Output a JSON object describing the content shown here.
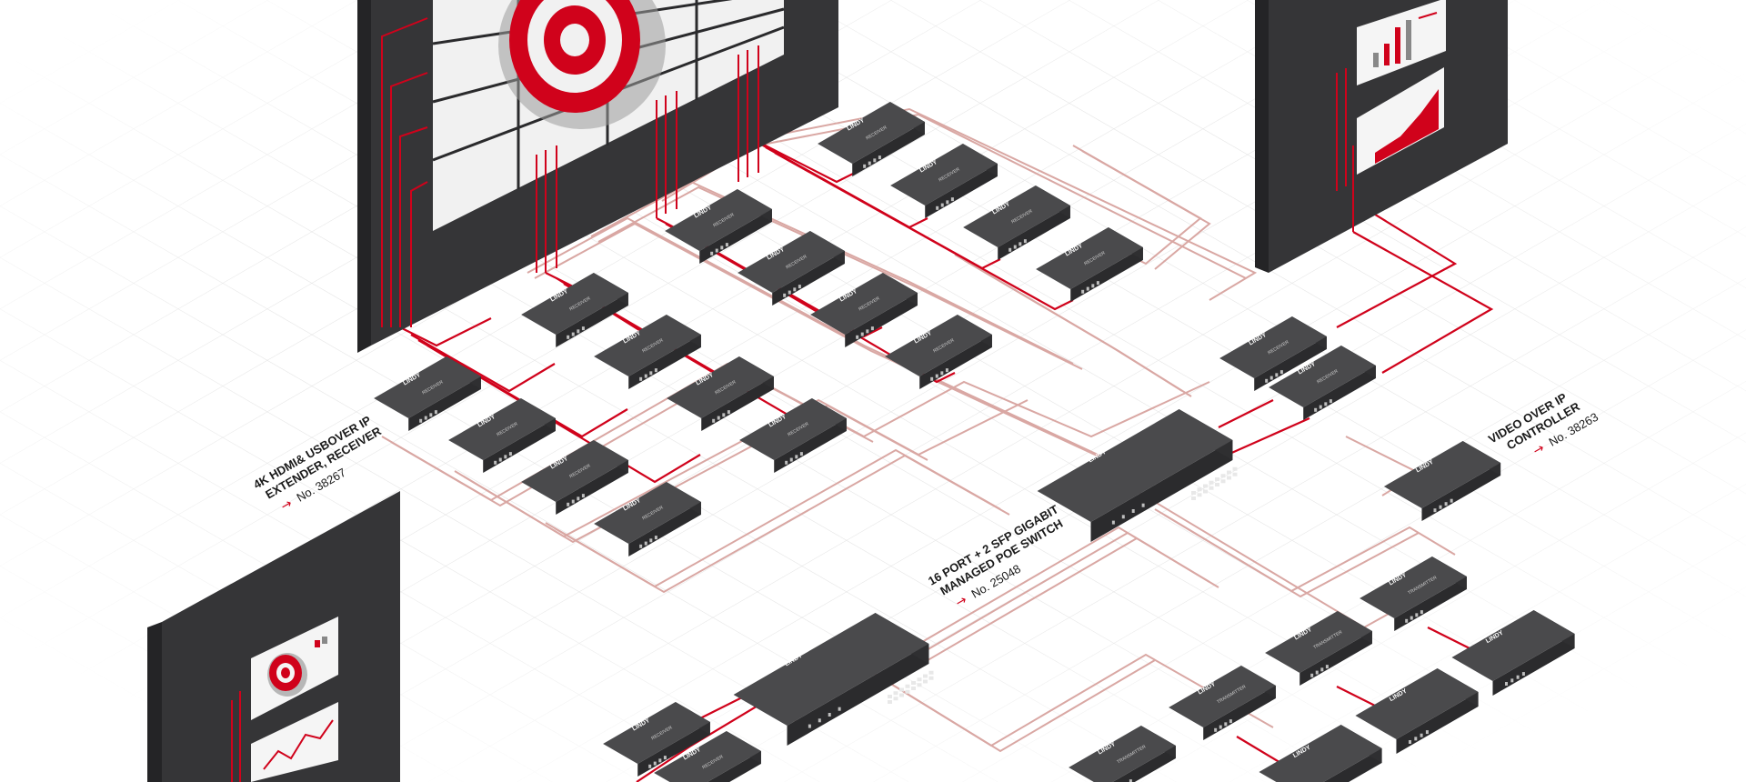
{
  "colors": {
    "accent": "#d0021b",
    "link": "#d9a7a3",
    "device": "#3d3d3f",
    "device_top": "#4a4a4c",
    "device_side": "#2b2b2d",
    "wall": "#353537",
    "grid": "#e4e4e4"
  },
  "brand": "LINDY",
  "device_labels": {
    "receiver": "RECEIVER",
    "transmitter": "TRANSMITTER"
  },
  "callouts": {
    "receiver": {
      "title_line1": "4K HDMI& USBOVER IP",
      "title_line2": "EXTENDER, RECEIVER",
      "arrow": "→",
      "number": "No. 38267"
    },
    "switch": {
      "title_line1": "16 PORT + 2 SFP GIGABIT",
      "title_line2": "MANAGED POE SWITCH",
      "arrow": "→",
      "number": "No. 25048"
    },
    "controller": {
      "title_line1": "VIDEO OVER IP",
      "title_line2": "CONTROLLER",
      "arrow": "→",
      "number": "No. 38263"
    }
  }
}
